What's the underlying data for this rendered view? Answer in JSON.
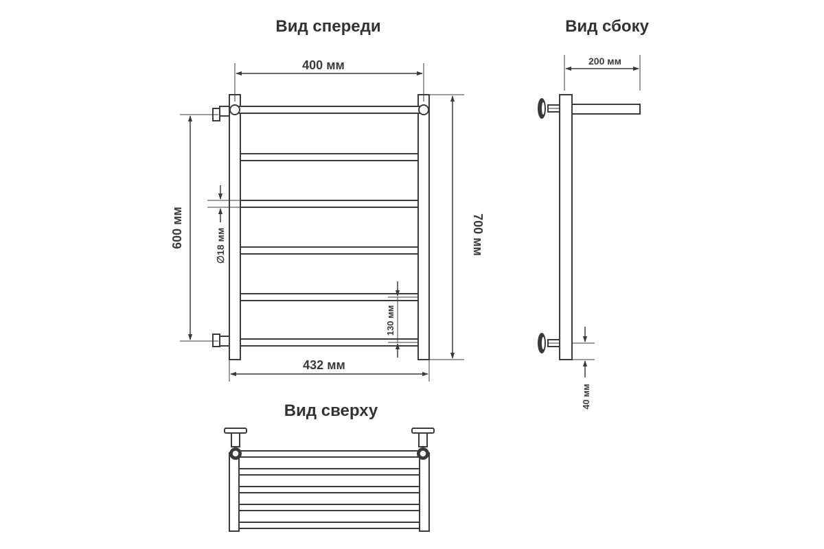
{
  "views": {
    "front": {
      "title": "Вид спереди"
    },
    "side": {
      "title": "Вид сбоку"
    },
    "top": {
      "title": "Вид сверху"
    }
  },
  "dimensions": {
    "width_inner": "400 мм",
    "width_total": "432 мм",
    "height_axis": "600 мм",
    "height_total": "700 мм",
    "tube_diameter": "∅18 мм",
    "bar_spacing": "130 мм",
    "depth": "200 мм",
    "bottom_offset": "40 мм"
  },
  "colors": {
    "line": "#3a3a3a",
    "background": "#ffffff"
  }
}
